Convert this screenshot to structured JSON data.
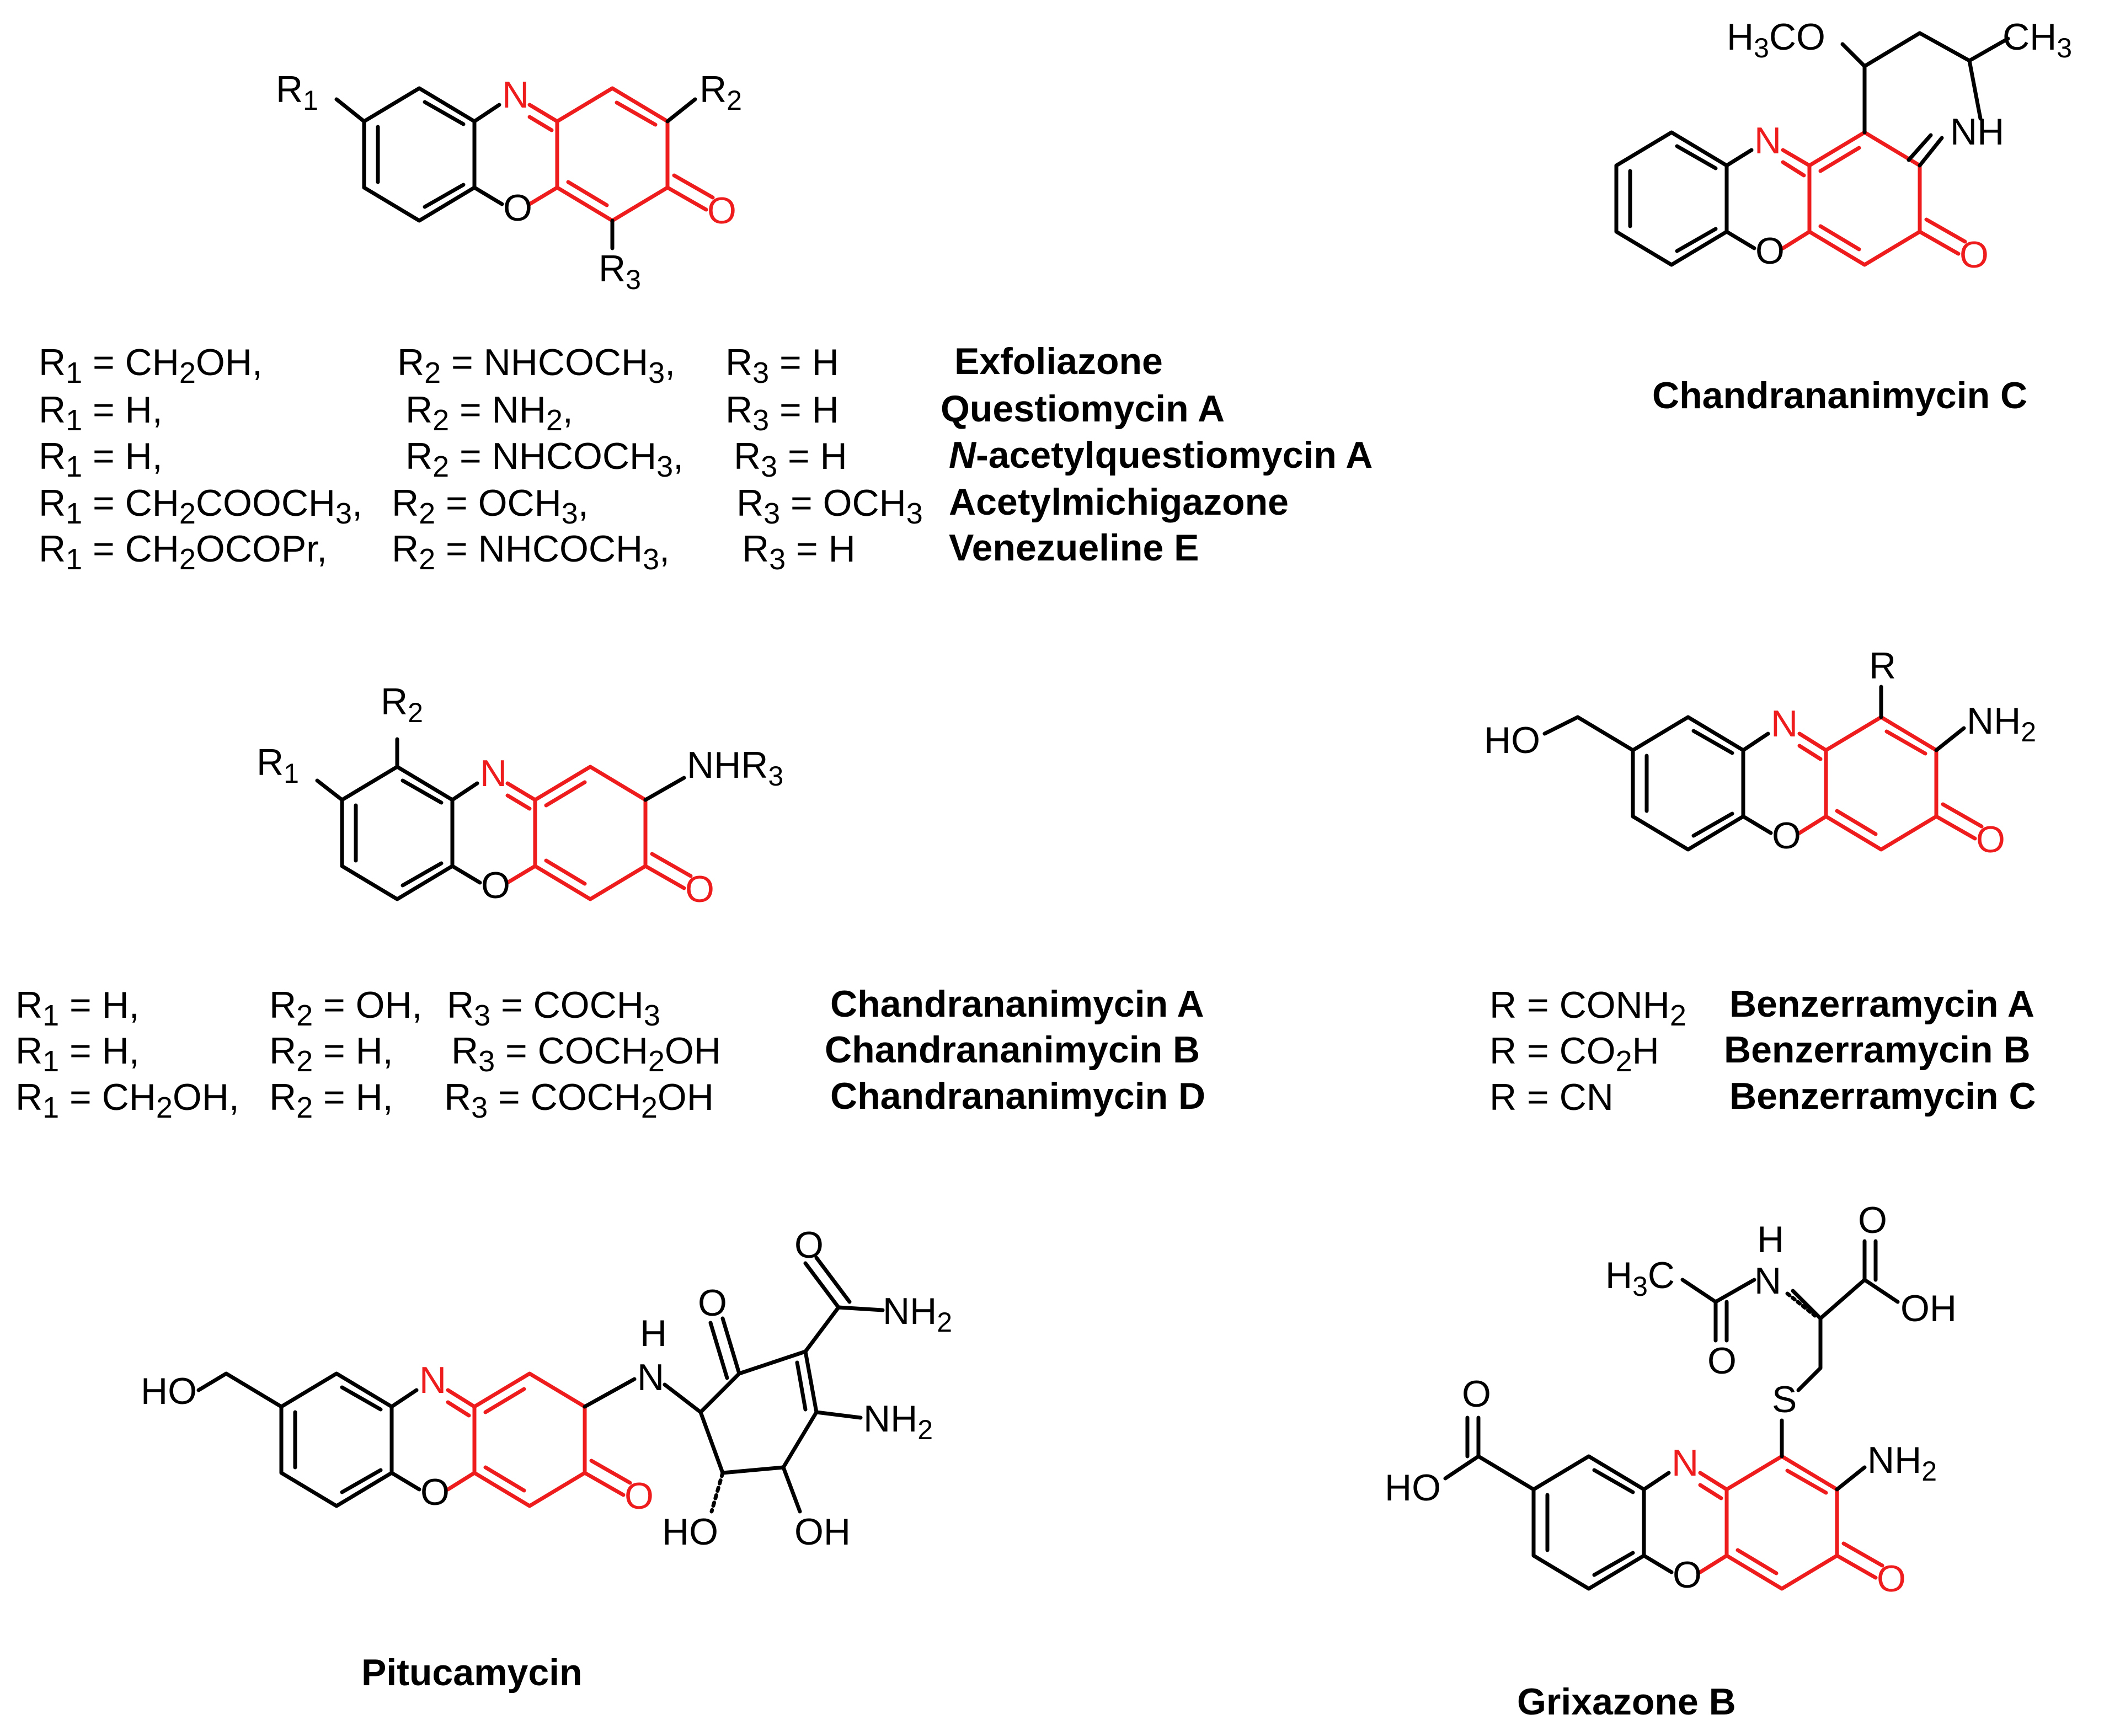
{
  "colors": {
    "core_highlight": "#ee1c1c",
    "ink": "#000000",
    "background": "#ffffff"
  },
  "structures": {
    "exfoliazone_core": {
      "r1": "R",
      "r1_sub": "1",
      "r2": "R",
      "r2_sub": "2",
      "r3": "R",
      "r3_sub": "3",
      "n": "N",
      "o_ring": "O",
      "o_keto": "O"
    },
    "chandrananimycin_c": {
      "h3co": "H",
      "h3co_sub": "3",
      "h3co_rest": "CO",
      "ch3": "CH",
      "ch3_sub": "3",
      "nh": "NH",
      "n": "N",
      "o_ring": "O",
      "o_keto": "O",
      "name": "Chandrananimycin C"
    },
    "chandrananimycin_core": {
      "r1": "R",
      "r1_sub": "1",
      "r2": "R",
      "r2_sub": "2",
      "nhr3": "NHR",
      "nhr3_sub": "3",
      "n": "N",
      "o_ring": "O",
      "o_keto": "O"
    },
    "benzerramycin_core": {
      "r": "R",
      "ho": "HO",
      "nh2": "NH",
      "nh2_sub": "2",
      "n": "N",
      "o_ring": "O",
      "o_keto": "O"
    },
    "pitucamycin": {
      "ho": "HO",
      "n": "N",
      "o_ring": "O",
      "o_keto": "O",
      "nh_h": "H",
      "nh_n": "N",
      "o_top": "O",
      "o_amide": "O",
      "nh2_amide": "NH",
      "nh2_amide_sub": "2",
      "nh2": "NH",
      "nh2_sub": "2",
      "ho_bottom": "HO",
      "oh_bottom": "OH",
      "name": "Pitucamycin"
    },
    "grixazone_b": {
      "h3c": "H",
      "h3c_sub": "3",
      "h3c_rest": "C",
      "nh_h": "H",
      "nh_n": "N",
      "o_acetyl": "O",
      "o_acid": "O",
      "oh_acid": "OH",
      "s": "S",
      "nh2": "NH",
      "nh2_sub": "2",
      "o_benz": "O",
      "ho_benz": "HO",
      "n": "N",
      "o_ring": "O",
      "o_keto": "O",
      "name": "Grixazone B"
    }
  },
  "table_exfoliazone": [
    {
      "r1": "R",
      "r1_sub": "1",
      "r1_val": " = CH",
      "r1_val_sub": "2",
      "r1_val_rest": "OH,",
      "r2": "R",
      "r2_sub": "2",
      "r2_val": " = NHCOCH",
      "r2_val_sub": "3",
      "r2_val_rest": ",",
      "r3": "R",
      "r3_sub": "3",
      "r3_val": " = H",
      "r3_val_sub": "",
      "name": "Exfoliazone",
      "name_italic": "",
      "name_rest": ""
    },
    {
      "r1": "R",
      "r1_sub": "1",
      "r1_val": " = H,",
      "r1_val_sub": "",
      "r1_val_rest": "",
      "r2": "R",
      "r2_sub": "2",
      "r2_val": " = NH",
      "r2_val_sub": "2",
      "r2_val_rest": ",",
      "r3": "R",
      "r3_sub": "3",
      "r3_val": " = H",
      "r3_val_sub": "",
      "name": "Questiomycin A",
      "name_italic": "",
      "name_rest": ""
    },
    {
      "r1": "R",
      "r1_sub": "1",
      "r1_val": " = H,",
      "r1_val_sub": "",
      "r1_val_rest": "",
      "r2": "R",
      "r2_sub": "2",
      "r2_val": " = NHCOCH",
      "r2_val_sub": "3",
      "r2_val_rest": ",",
      "r3": "R",
      "r3_sub": "3",
      "r3_val": " = H",
      "r3_val_sub": "",
      "name": "",
      "name_italic": "N",
      "name_rest": "-acetylquestiomycin A"
    },
    {
      "r1": "R",
      "r1_sub": "1",
      "r1_val": " = CH",
      "r1_val_sub": "2",
      "r1_val_rest": "COOCH",
      "r1_val_sub2": "3",
      "r1_val_rest2": ",",
      "r2": "R",
      "r2_sub": "2",
      "r2_val": " = OCH",
      "r2_val_sub": "3",
      "r2_val_rest": ",",
      "r3": "R",
      "r3_sub": "3",
      "r3_val": " = OCH",
      "r3_val_sub": "3",
      "name": "Acetylmichigazone",
      "name_italic": "",
      "name_rest": ""
    },
    {
      "r1": "R",
      "r1_sub": "1",
      "r1_val": " = CH",
      "r1_val_sub": "2",
      "r1_val_rest": "OCOPr,",
      "r2": "R",
      "r2_sub": "2",
      "r2_val": " = NHCOCH",
      "r2_val_sub": "3",
      "r2_val_rest": ",",
      "r3": "R",
      "r3_sub": "3",
      "r3_val": " = H",
      "r3_val_sub": "",
      "name": "Venezueline E",
      "name_italic": "",
      "name_rest": ""
    }
  ],
  "table_chandrananimycin": [
    {
      "r1": "R",
      "r1_sub": "1",
      "r1_val": " = H,",
      "r1_val_sub": "",
      "r1_val_rest": "",
      "r2": "R",
      "r2_sub": "2",
      "r2_val": " = OH,",
      "r3": "R",
      "r3_sub": "3",
      "r3_val": " = COCH",
      "r3_val_sub": "3",
      "r3_val_rest": "",
      "name": "Chandrananimycin A"
    },
    {
      "r1": "R",
      "r1_sub": "1",
      "r1_val": " = H,",
      "r1_val_sub": "",
      "r1_val_rest": "",
      "r2": "R",
      "r2_sub": "2",
      "r2_val": " = H,",
      "r3": "R",
      "r3_sub": "3",
      "r3_val": " = COCH",
      "r3_val_sub": "2",
      "r3_val_rest": "OH",
      "name": "Chandrananimycin B"
    },
    {
      "r1": "R",
      "r1_sub": "1",
      "r1_val": " = CH",
      "r1_val_sub": "2",
      "r1_val_rest": "OH,",
      "r2": "R",
      "r2_sub": "2",
      "r2_val": " = H,",
      "r3": "R",
      "r3_sub": "3",
      "r3_val": " = COCH",
      "r3_val_sub": "2",
      "r3_val_rest": "OH",
      "name": "Chandrananimycin D"
    }
  ],
  "table_benzerramycin": [
    {
      "r": "R",
      "r_val": " = CONH",
      "r_val_sub": "2",
      "r_val_rest": "",
      "name": "Benzerramycin A"
    },
    {
      "r": "R",
      "r_val": " = CO",
      "r_val_sub": "2",
      "r_val_rest": "H",
      "name": "Benzerramycin B"
    },
    {
      "r": "R",
      "r_val": " = CN",
      "r_val_sub": "",
      "r_val_rest": "",
      "name": "Benzerramycin C"
    }
  ]
}
